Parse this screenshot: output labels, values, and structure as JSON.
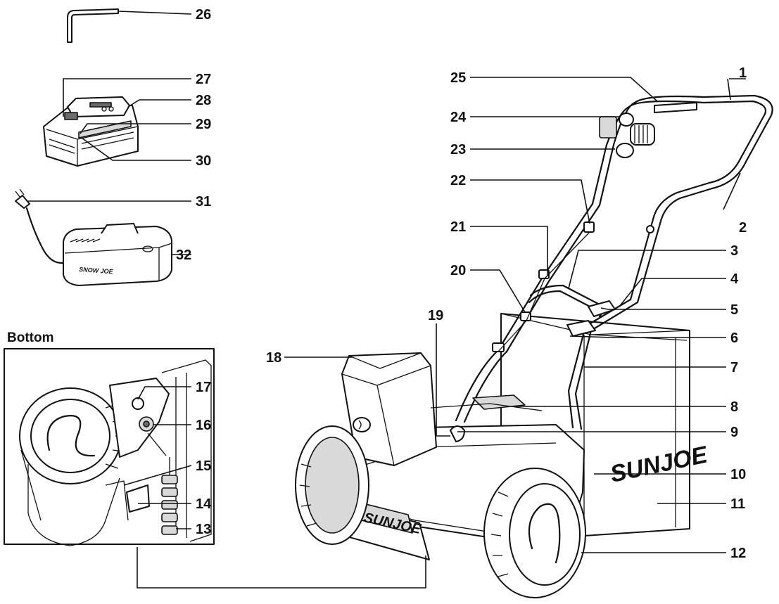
{
  "section_label": "Bottom",
  "brand_wordmark": "SUNJOE",
  "battery_wordmark": "SNOW JOE",
  "part_numbers": [
    "1",
    "2",
    "3",
    "4",
    "5",
    "6",
    "7",
    "8",
    "9",
    "10",
    "11",
    "12",
    "13",
    "14",
    "15",
    "16",
    "17",
    "18",
    "19",
    "20",
    "21",
    "22",
    "23",
    "24",
    "25",
    "26",
    "27",
    "28",
    "29",
    "30",
    "31",
    "32"
  ]
}
